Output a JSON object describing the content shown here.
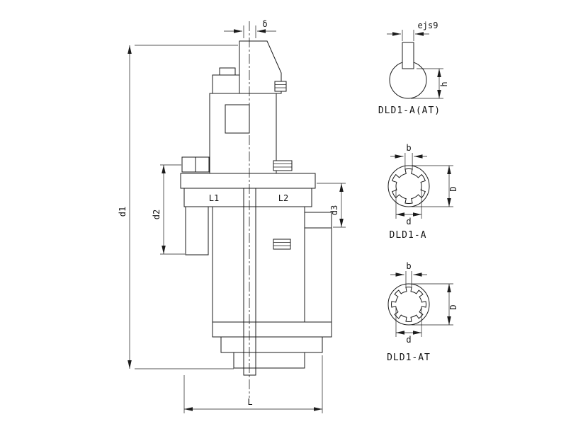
{
  "drawing": {
    "background": "#ffffff",
    "line_color": "#1b1b1b",
    "main_view": {
      "dim_delta": "δ",
      "dim_d1": "d1",
      "dim_d2": "d2",
      "dim_d3": "d3",
      "label_l1": "L1",
      "label_l2": "L2",
      "dim_l": "L"
    },
    "details": [
      {
        "label": "DLD1-A(AT)",
        "dim_key_width": "ejs9",
        "dim_key_height": "h"
      },
      {
        "label": "DLD1-A",
        "dim_b": "b",
        "dim_outer": "D",
        "dim_bore": "d"
      },
      {
        "label": "DLD1-AT",
        "dim_b": "b",
        "dim_outer": "D",
        "dim_bore": "d"
      }
    ]
  }
}
